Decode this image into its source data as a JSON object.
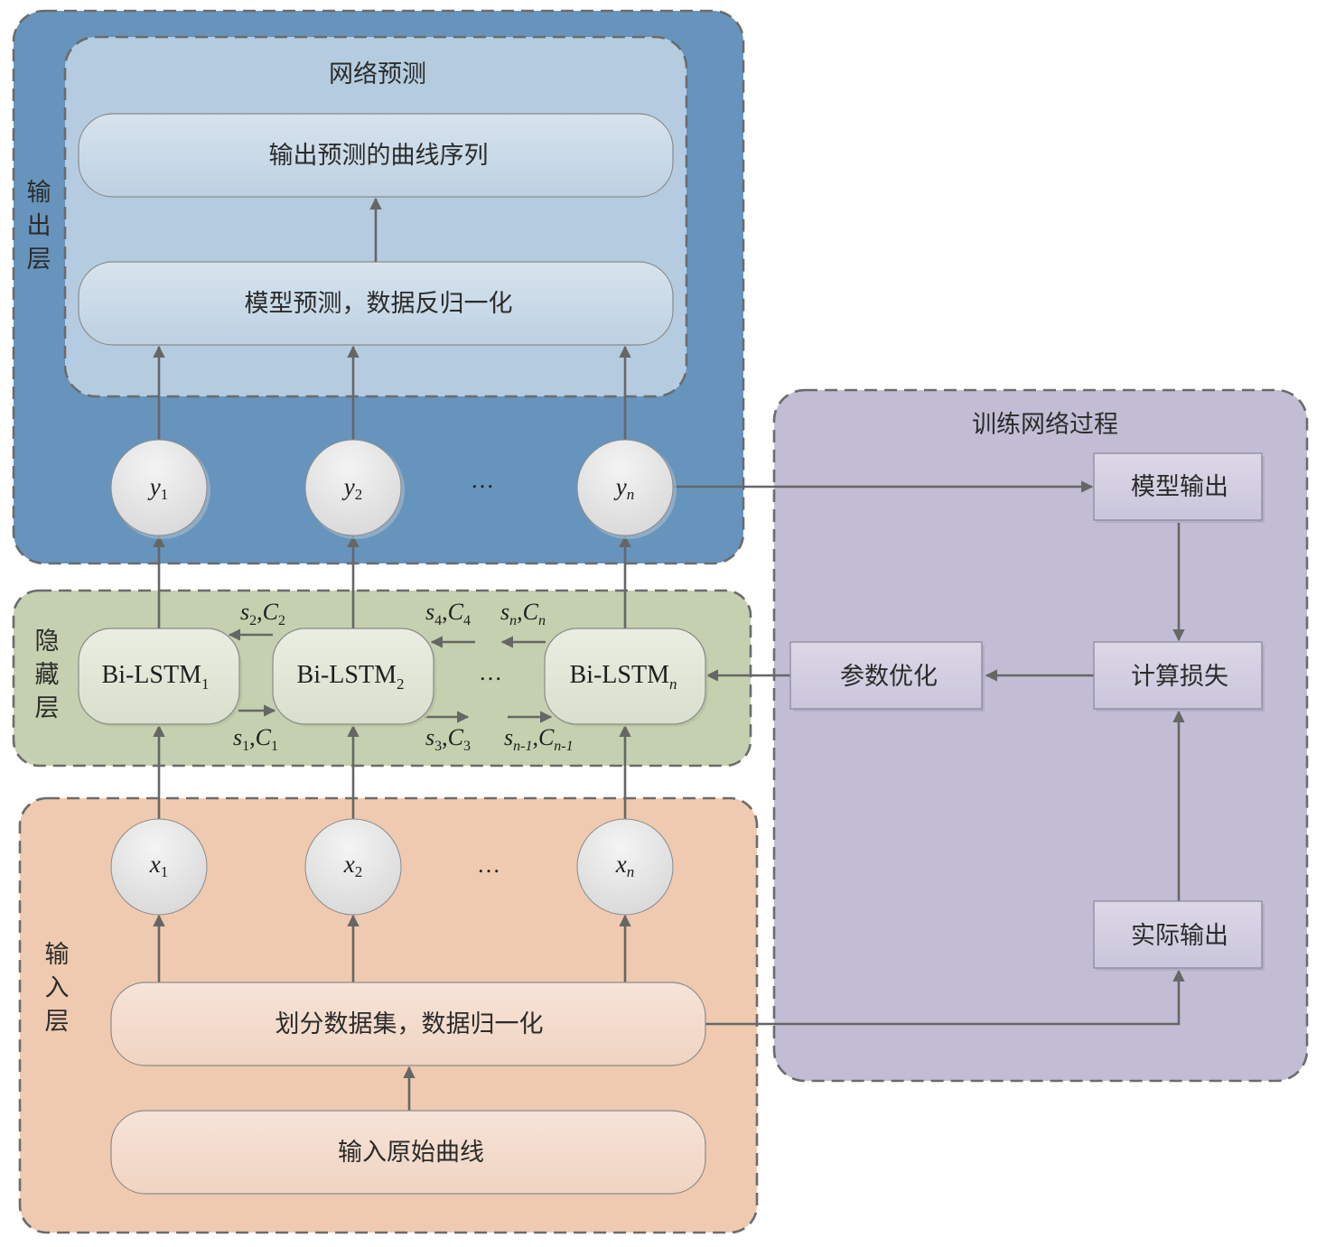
{
  "colors": {
    "output_layer_bg": "#6794bc",
    "prediction_group_bg": "#b5cce0",
    "hidden_layer_bg": "#c5d0b0",
    "input_layer_bg": "#efcab0",
    "training_group_bg": "#c2bdd5",
    "connector": "#666666",
    "dashed_border": "#6b6b6b"
  },
  "output_layer": {
    "side_label": [
      "输",
      "出",
      "层"
    ],
    "prediction_group": {
      "title": "网络预测",
      "top_box": "输出预测的曲线序列",
      "bottom_box": "模型预测，数据反归一化"
    },
    "nodes": [
      {
        "var": "y",
        "sub": "1"
      },
      {
        "var": "y",
        "sub": "2"
      },
      {
        "var": "y",
        "sub": "n"
      }
    ],
    "ellipsis": "…"
  },
  "hidden_layer": {
    "side_label": [
      "隐",
      "藏",
      "层"
    ],
    "cells": [
      {
        "name": "Bi-LSTM",
        "sub": "1"
      },
      {
        "name": "Bi-LSTM",
        "sub": "2"
      },
      {
        "name": "Bi-LSTM",
        "sub": "n"
      }
    ],
    "ellipsis": "…",
    "states_backward": [
      {
        "s": "s",
        "s_sub": "2",
        "c": "C",
        "c_sub": "2"
      },
      {
        "s": "s",
        "s_sub": "4",
        "c": "C",
        "c_sub": "4"
      },
      {
        "s": "s",
        "s_sub": "n",
        "c": "C",
        "c_sub": "n"
      }
    ],
    "states_forward": [
      {
        "s": "s",
        "s_sub": "1",
        "c": "C",
        "c_sub": "1"
      },
      {
        "s": "s",
        "s_sub": "3",
        "c": "C",
        "c_sub": "3"
      },
      {
        "s": "s",
        "s_sub": "n-1",
        "c": "C",
        "c_sub": "n-1"
      }
    ]
  },
  "input_layer": {
    "side_label": [
      "输",
      "入",
      "层"
    ],
    "nodes": [
      {
        "var": "x",
        "sub": "1"
      },
      {
        "var": "x",
        "sub": "2"
      },
      {
        "var": "x",
        "sub": "n"
      }
    ],
    "ellipsis": "…",
    "split_box": "划分数据集，数据归一化",
    "raw_box": "输入原始曲线"
  },
  "training": {
    "title": "训练网络过程",
    "model_output": "模型输出",
    "compute_loss": "计算损失",
    "param_opt": "参数优化",
    "actual_output": "实际输出"
  }
}
